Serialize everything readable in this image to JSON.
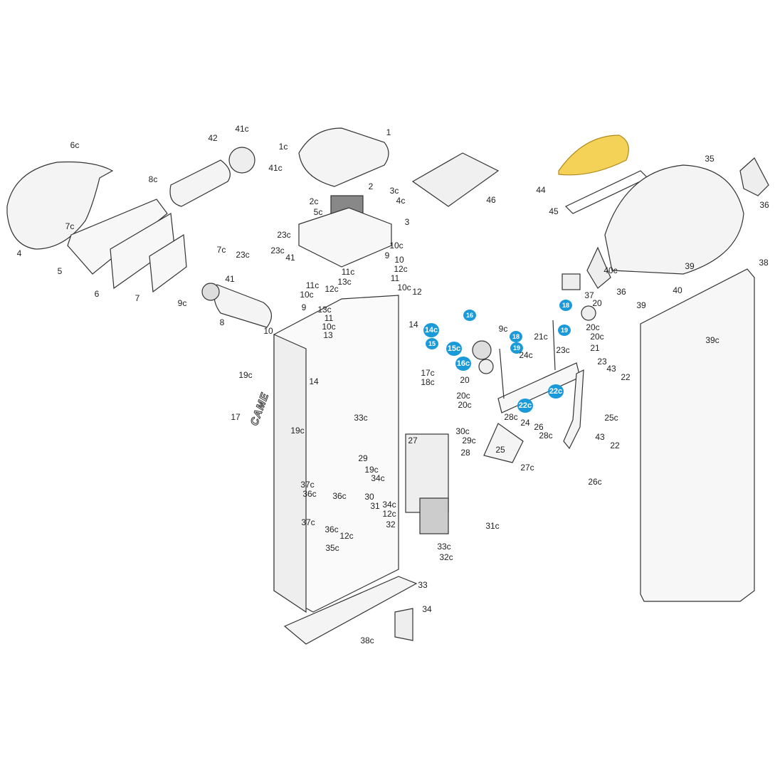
{
  "title": "Exploded parts diagram - barrier operator",
  "colors": {
    "highlight_marker": "#1a9ad9",
    "highlighted_part": "#f3d257",
    "line": "#333333"
  },
  "brand_logo_text": "CAME",
  "labels": [
    "1",
    "1c",
    "41c",
    "41c",
    "42",
    "6c",
    "8c",
    "2",
    "2c",
    "3c",
    "4c",
    "5c",
    "46",
    "3",
    "4",
    "7c",
    "5",
    "6",
    "7",
    "7c",
    "23c",
    "23c",
    "23c",
    "41",
    "41",
    "9",
    "10",
    "12c",
    "11c",
    "13c",
    "11",
    "10c",
    "11c",
    "12c",
    "10c",
    "12",
    "10c",
    "9c",
    "9",
    "13c",
    "11",
    "10c",
    "13",
    "8",
    "10",
    "14",
    "14c",
    "15",
    "16",
    "15c",
    "16c",
    "9c",
    "18",
    "19",
    "18",
    "19",
    "20",
    "21c",
    "20c",
    "20c",
    "24c",
    "23c",
    "21",
    "23",
    "43",
    "22",
    "17c",
    "18c",
    "20",
    "19c",
    "14",
    "22c",
    "20c",
    "20c",
    "22c",
    "28c",
    "25c",
    "17",
    "33c",
    "19c",
    "27",
    "30c",
    "29c",
    "24",
    "26",
    "28c",
    "25",
    "28",
    "43",
    "22",
    "27c",
    "26c",
    "29",
    "19c",
    "34c",
    "37c",
    "36c",
    "36c",
    "30",
    "31",
    "34c",
    "12c",
    "32",
    "37c",
    "36c",
    "12c",
    "35c",
    "31c",
    "33c",
    "32c",
    "33",
    "34",
    "38c",
    "44",
    "45",
    "35",
    "36",
    "40c",
    "37",
    "36",
    "39",
    "38",
    "39",
    "40",
    "39c"
  ],
  "highlighted_labels": [
    "14c",
    "15",
    "16",
    "15c",
    "16c",
    "18",
    "19",
    "18",
    "19",
    "22c",
    "22c"
  ]
}
